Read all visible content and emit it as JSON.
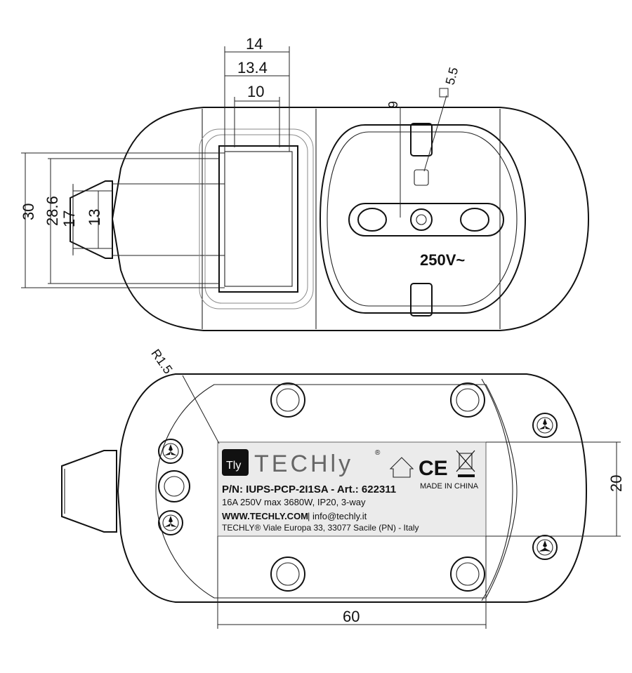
{
  "top_view": {
    "dimensions": {
      "d14": "14",
      "d13_4": "13.4",
      "d10": "10",
      "d9": "9",
      "d5_5": "5.5",
      "d30": "30",
      "d28_6": "28.6",
      "d17": "17",
      "d13": "13"
    },
    "socket_voltage": "250V~"
  },
  "bottom_view": {
    "radius_label": "R1.5",
    "dim_20": "20",
    "dim_60": "60",
    "label": {
      "brand": "TECHly",
      "logo_mark": "Tly",
      "registered": "®",
      "part_number": "P/N: IUPS-PCP-2I1SA - Art.: 622311",
      "specs": "16A 250V max 3680W, IP20, 3-way",
      "website": "WWW.TECHLY.COM",
      "email": "| info@techly.it",
      "address": "TECHLY® Viale Europa 33, 33077 Sacile (PN) - Italy",
      "made_in": "MADE IN CHINA",
      "ce_mark": "CE"
    }
  }
}
